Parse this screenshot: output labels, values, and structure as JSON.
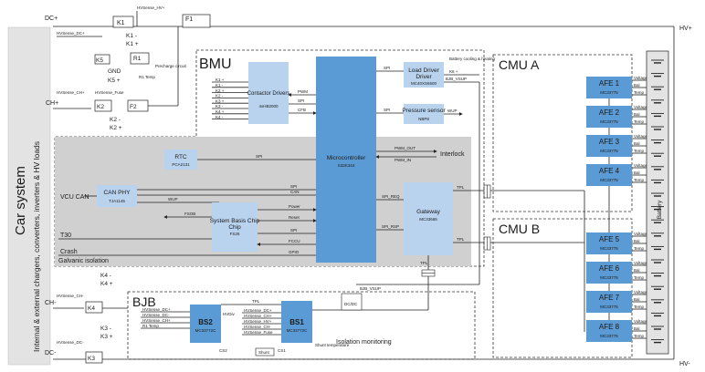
{
  "colors": {
    "panel": "#e3e3e3",
    "inner": "#cfcfcf",
    "block_light": "#b9d3ee",
    "block_mcu": "#5b9bd5",
    "afe": "#5b9bd5",
    "battery": "#e3e3e3"
  },
  "left_panel": {
    "title": "Car system",
    "subtitle": "Internal & external chargers, converters, inverters & HV loads"
  },
  "rails": {
    "dc_plus": "DC+",
    "hv_plus": "HV+",
    "ch_plus": "CH+",
    "ch_minus": "CH-",
    "dc_minus": "DC-",
    "hv_minus": "HV-"
  },
  "top_circuit": {
    "hvsense_hv": "HVSense_HV+",
    "hvsense_dc": "HVSense_DC+",
    "hvsense_ch": "HVSense_CH+",
    "hvsense_fuse": "HVSense_Fuse",
    "k1": "K1",
    "k1_minus": "K1 -",
    "k1_plus": "K1 +",
    "f1": "F1",
    "k5": "K5",
    "r1": "R1",
    "gnd": "GND",
    "k5_plus": "K5 +",
    "r1_temp": "R1 Temp",
    "precharge": "Precharge circuit",
    "k2": "K2",
    "f2": "F2",
    "k2_minus": "K2 -",
    "k2_plus": "K2 +"
  },
  "bmu": {
    "title": "BMU",
    "contactor_title": "Contactor Drivers",
    "contactor_part": "4xHB2000",
    "contactor_outputs": [
      "K1 +",
      "K1 -",
      "K2 +",
      "K2 -",
      "K3 +",
      "K3 -",
      "K4 +",
      "K4 -"
    ],
    "mcu_title": "Microcontroller",
    "mcu_part": "S32K344",
    "load_title": "Load Driver",
    "load_part": "MC40XS6500",
    "battery_cooling": "Battery cooling & heating",
    "k6_plus": "K6 +",
    "bjb_vsup": "BJB_VSUP",
    "pressure_title": "Pressure sensor",
    "pressure_part": "NBP8",
    "wup": "WUP",
    "rtc_title": "RTC",
    "rtc_part": "PCA2131",
    "can_title": "CAN PHY",
    "can_part": "TJA1145",
    "vcu_can": "VCU CAN",
    "sbc_title": "System Basis Chip",
    "sbc_part": "FS26",
    "gateway_title": "Gateway",
    "gateway_part": "MC33665",
    "t30": "T30",
    "crash": "Crash",
    "galvanic": "Galvanic isolation",
    "interlock": "Interlock",
    "sig": {
      "spi": "SPI",
      "pwm": "PWM",
      "cfb": "CFB",
      "pwm_out": "PWM_OUT",
      "pwm_in": "PWM_IN",
      "can": "CAN",
      "fsob": "FSOB",
      "power": "Power",
      "reset": "Reset",
      "fccu": "FCCU",
      "gpio": "GPIO",
      "spi_req": "SPI_REQ",
      "spi_rsp": "SPI_RSP",
      "tpl": "TPL"
    }
  },
  "cmu_a": {
    "title": "CMU A",
    "afes": [
      {
        "name": "AFE 1",
        "part": "MC33775"
      },
      {
        "name": "AFE 2",
        "part": "MC33775"
      },
      {
        "name": "AFE 3",
        "part": "MC33775"
      },
      {
        "name": "AFE 4",
        "part": "MC33775"
      }
    ]
  },
  "cmu_b": {
    "title": "CMU B",
    "afes": [
      {
        "name": "AFE 5",
        "part": "MC33775"
      },
      {
        "name": "AFE 6",
        "part": "MC33775"
      },
      {
        "name": "AFE 7",
        "part": "MC33775"
      },
      {
        "name": "AFE 8",
        "part": "MC33775"
      }
    ]
  },
  "afe_signals": {
    "voltage": "Voltage",
    "bal": "Bal",
    "temp": "Temp"
  },
  "battery": {
    "label": "Battery"
  },
  "bottom_circuit": {
    "k4_minus": "K4 -",
    "k4_plus": "K4 +",
    "k4": "K4",
    "hvsense_ch_minus": "HVSense_CH-",
    "k3_minus": "K3 -",
    "k3_plus": "K3 +",
    "k3": "K3",
    "hvsense_dc_minus": "HVSense_DC-"
  },
  "bjb": {
    "title": "BJB",
    "bs2_title": "BS2",
    "bs2_part": "MC33772C",
    "bs1_title": "BS1",
    "bs1_part": "MC33772C",
    "bs2_inputs": [
      "HVSense_DC+",
      "HVSense_DC-",
      "HVSense_CH+",
      "R1 Temp"
    ],
    "bs1_inputs": [
      "HVSense_DC+",
      "HVSense_CH+",
      "HVSense_HV+",
      "HVSense_CH-",
      "HVSense_Fuse"
    ],
    "tpl": "TPL",
    "hvdiv": "HVDiv",
    "cs2": "CS2",
    "cs1": "CS1",
    "shunt": "Shunt",
    "shunt_temp": "Shunt temperature",
    "isolation": "Isolation monitoring",
    "dcdc": "DC/DC",
    "bjb_vsup": "BJB_VSUP"
  }
}
